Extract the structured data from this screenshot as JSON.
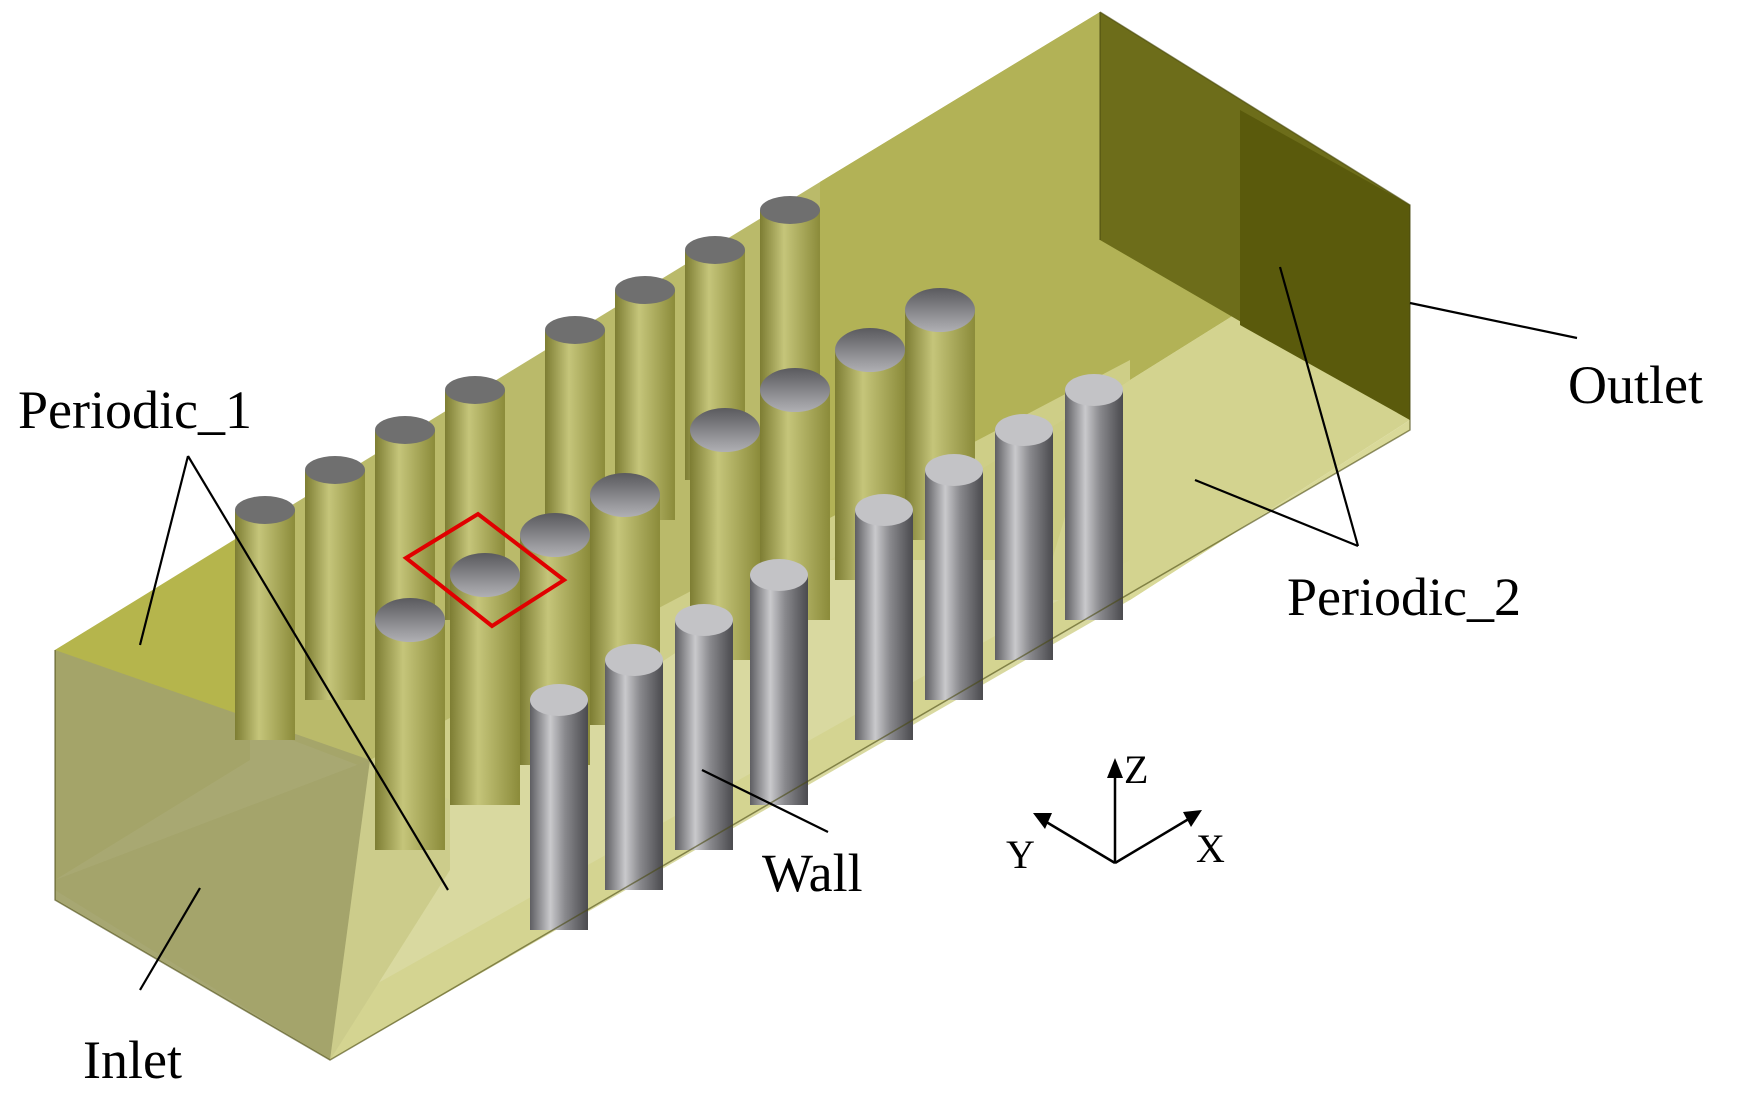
{
  "labels": {
    "periodic_1": "Periodic_1",
    "periodic_2": "Periodic_2",
    "outlet": "Outlet",
    "inlet": "Inlet",
    "wall": "Wall"
  },
  "axes": {
    "z": "Z",
    "y": "Y",
    "x": "X"
  },
  "colors": {
    "top_face": "#b9b95a",
    "inner_wall": "#9a9a2e",
    "side_face": "#cfcf86",
    "front_face": "#a5a56d",
    "outlet_face": "#5e5e0e",
    "pin": "#9b9b9b",
    "highlight": "#e00000"
  }
}
